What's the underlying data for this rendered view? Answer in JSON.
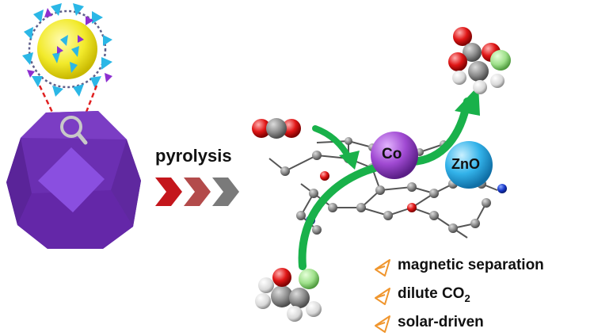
{
  "labels": {
    "process": "pyrolysis",
    "cobalt": "Co",
    "zinc_oxide": "ZnO"
  },
  "features": [
    {
      "icon": "paper-plane-icon",
      "text": "magnetic separation"
    },
    {
      "icon": "paper-plane-icon",
      "text": "dilute CO",
      "subscript": "2"
    },
    {
      "icon": "paper-plane-icon",
      "text": "solar-driven"
    }
  ],
  "colors": {
    "mof_crystal": "#6b2fb2",
    "mof_face": "#8a4fe0",
    "cage_sphere": "#f2ea2b",
    "cobalt": "#a04ad2",
    "zinc_oxide": "#33b3ea",
    "arrow_green": "#19b14a",
    "process_arrows": [
      "#c4161c",
      "#b34b4b",
      "#7a7a7a"
    ],
    "feature_icon": "#f0962e"
  }
}
